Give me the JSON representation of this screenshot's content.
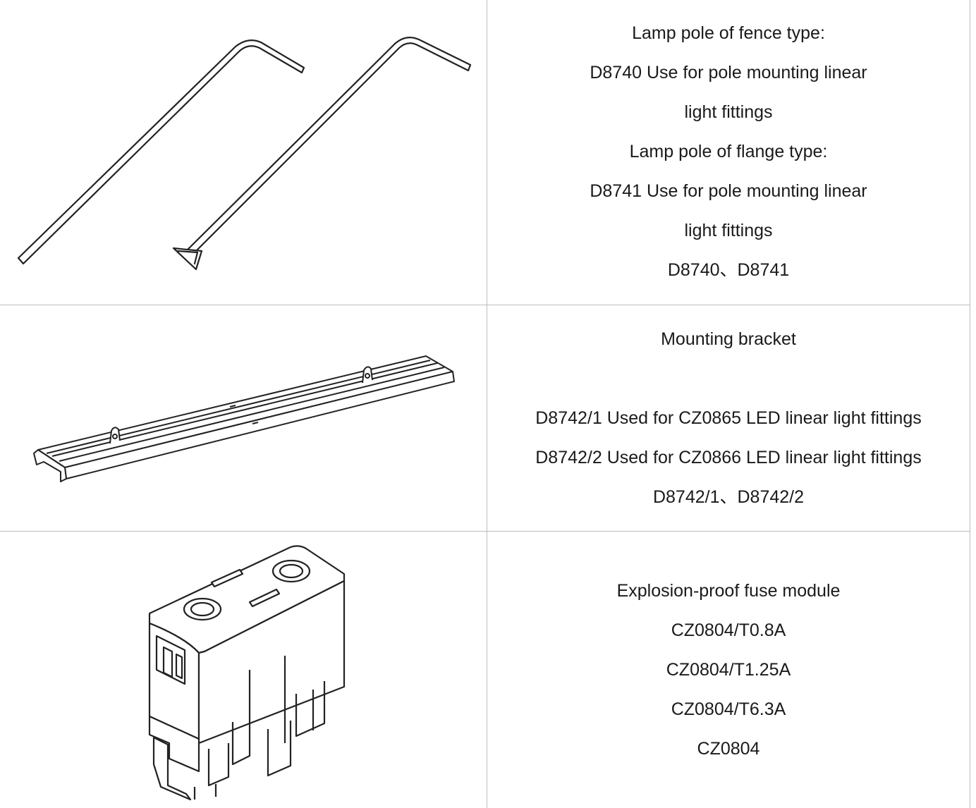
{
  "rows": [
    {
      "image_name": "lamp-poles-drawing",
      "lines": [
        "Lamp pole of fence type:",
        "D8740 Use for pole mounting linear",
        "light fittings",
        "Lamp pole of flange type:",
        "D8741 Use for pole mounting linear",
        "light fittings",
        "D8740、D8741"
      ]
    },
    {
      "image_name": "mounting-bracket-drawing",
      "lines": [
        "Mounting bracket",
        "D8742/1 Used for CZ0865 LED linear light fittings",
        "D8742/2 Used for CZ0866 LED linear light fittings",
        "D8742/1、D8742/2"
      ]
    },
    {
      "image_name": "fuse-module-drawing",
      "lines": [
        "Explosion-proof fuse module",
        "CZ0804/T0.8A",
        "CZ0804/T1.25A",
        "CZ0804/T6.3A",
        "CZ0804"
      ]
    }
  ]
}
